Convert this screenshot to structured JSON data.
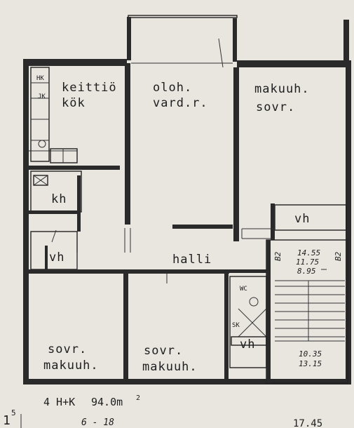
{
  "rooms": {
    "kitchen": [
      "keittiö",
      "kök"
    ],
    "living": [
      "oloh.",
      "vard.r."
    ],
    "master_bedroom": [
      "makuuh.",
      "sovr."
    ],
    "bath": "kh",
    "closet_left": "vh",
    "closet_right": "vh",
    "closet_center": "vh",
    "hall": "halli",
    "bedroom_1": [
      "sovr.",
      "makuuh."
    ],
    "bedroom_2": [
      "sovr.",
      "makuuh."
    ],
    "wc": "WC",
    "sk": "SK",
    "fixture_hk": "HK",
    "fixture_jk": "JK"
  },
  "stair_notes": {
    "b2_left": "B2",
    "b2_right": "B2",
    "levels_top": [
      "14.55",
      "11.75",
      "8.95"
    ],
    "levels_bottom": [
      "10.35",
      "13.15"
    ]
  },
  "summary": {
    "area_label": "4 H+K",
    "area_value": "94.0m",
    "area_exp": "2"
  },
  "footer": {
    "corner": "1",
    "corner_exp": "5",
    "left_code": "6 - 18",
    "right_code": "17.45"
  }
}
